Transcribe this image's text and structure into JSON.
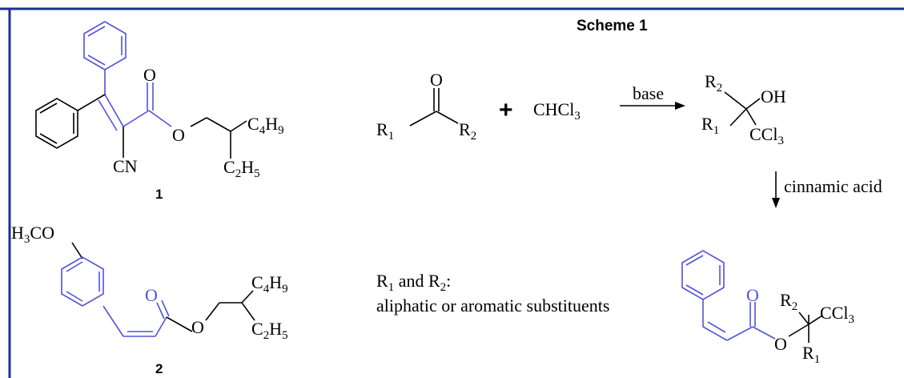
{
  "title": "Scheme 1",
  "compound_1": {
    "number": "1",
    "nitrile": "CN",
    "ester_oxygen": "O",
    "carbonyl_oxygen": "O",
    "butyl": {
      "main": "C",
      "sub1": "4",
      "mid": "H",
      "sub2": "9"
    },
    "ethyl": {
      "main": "C",
      "sub1": "2",
      "mid": "H",
      "sub2": "5"
    }
  },
  "compound_2": {
    "number": "2",
    "methoxy": {
      "main": "H",
      "sub1": "3",
      "rest": "CO"
    },
    "ester_oxygen": "O",
    "carbonyl_oxygen": "O",
    "butyl": {
      "main": "C",
      "sub1": "4",
      "mid": "H",
      "sub2": "9"
    },
    "ethyl": {
      "main": "C",
      "sub1": "2",
      "mid": "H",
      "sub2": "5"
    }
  },
  "reaction": {
    "ketone_oxygen": "O",
    "r1": {
      "main": "R",
      "sub": "1"
    },
    "r2": {
      "main": "R",
      "sub": "2"
    },
    "plus": "+",
    "chloroform": {
      "main": "CHCl",
      "sub": "3"
    },
    "reagent_base": "base",
    "hydroxy": "OH",
    "trichloromethyl": {
      "main": "CCl",
      "sub": "3"
    },
    "reagent_2": "cinnamic acid"
  },
  "note": {
    "line1_a": "R",
    "line1_sub1": "1",
    "line1_b": " and R",
    "line1_sub2": "2",
    "line1_c": ":",
    "line2": "aliphatic or aromatic substituents"
  },
  "product": {
    "carbonyl_oxygen": "O",
    "ester_oxygen": "O",
    "r1": {
      "main": "R",
      "sub": "1"
    },
    "r2": {
      "main": "R",
      "sub": "2"
    },
    "trichloromethyl": {
      "main": "CCl",
      "sub": "3"
    }
  },
  "colors": {
    "frame": "#1c2f8f",
    "blue_bonds": "#5252d8",
    "black_bonds": "#000000"
  }
}
